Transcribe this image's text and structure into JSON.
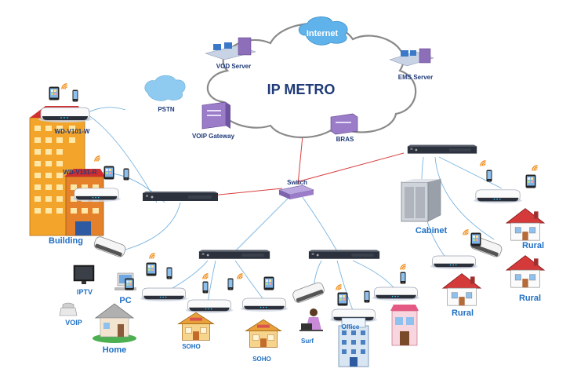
{
  "labels": {
    "internet": "Internet",
    "ip_metro": "IP METRO",
    "vod_server": "VOD Server",
    "ems_server": "EMS Server",
    "pstn": "PSTN",
    "voip_gateway": "VOIP Gateway",
    "bras": "BRAS",
    "switch": "Switch",
    "wd_v101_w": "WD-V101-W",
    "wd_v101_r": "WD-V101-R",
    "building": "Building",
    "cabinet": "Cabinet",
    "rural_1": "Rural",
    "rural_2": "Rural",
    "rural_3": "Rural",
    "iptv": "IPTV",
    "pc": "PC",
    "voip": "VOIP",
    "home": "Home",
    "soho_1": "SOHO",
    "soho_2": "SOHO",
    "surf": "Surf",
    "office": "Office"
  },
  "colors": {
    "cloud_stroke": "#888888",
    "link_fiber": "#7ab4e0",
    "link_uplink": "#d94040",
    "label_blue": "#1e6fc4",
    "label_navy": "#1f3a78"
  },
  "icons": [
    "tablet-icon",
    "smartphone-icon",
    "wifi-icon",
    "router-icon",
    "olt-icon",
    "switch-icon",
    "server-icon",
    "house-icon",
    "building-icon",
    "tv-icon",
    "pc-icon",
    "phone-icon",
    "cabinet-icon"
  ]
}
